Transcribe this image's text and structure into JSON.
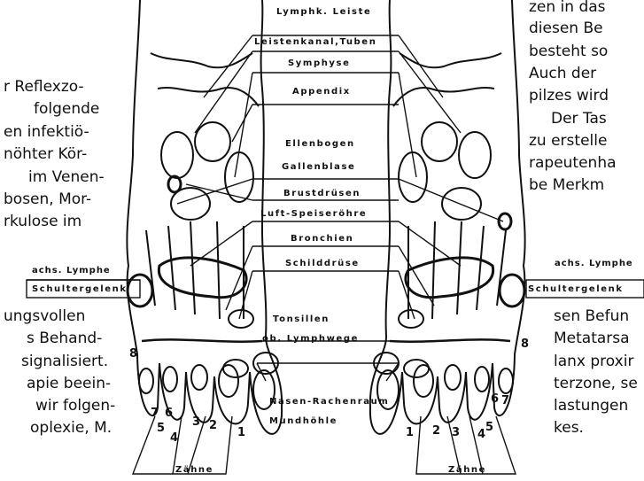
{
  "left_column": [
    "r Reflexzo-",
    "folgende",
    "en infektiö-",
    "nöhter Kör-",
    "im Venen-",
    "bosen, Mor-",
    "rkulose im",
    "ungsvollen",
    "s Behand-",
    "signalisiert.",
    "apie beein-",
    "wir folgen-",
    "oplexie, M."
  ],
  "right_column": [
    "zen in das",
    "diesen Be",
    "besteht so",
    "Auch der",
    "pilzes wird",
    "Der Tas",
    "zu erstelle",
    "rapeutenha",
    "be Merkm",
    "sen Befun",
    "Metatarsa",
    "lanx proxir",
    "terzone, se",
    "lastungen",
    "kes."
  ],
  "labels": {
    "lymph_leiste": "Lymphk. Leiste",
    "leistenkanal": "Leistenkanal,Tuben",
    "symphyse": "Symphyse",
    "appendix": "Appendix",
    "ellenbogen": "Ellenbogen",
    "gallenblase": "Gallenblase",
    "brustdruesen": "Brustdrüsen",
    "luftspeiseroehre": "Luft-Speiseröhre",
    "bronchien": "Bronchien",
    "schilddruese": "Schilddrüse",
    "tonsillen": "Tonsillen",
    "ob_lymphwege": "ob. Lymphwege",
    "nasen_rachenraum": "Nasen-Rachenraum",
    "mundhoehle": "Mundhöhle",
    "achs_lymphe_left": "achs.  Lymphe",
    "schultergelenk_left": "Schultergelenk",
    "achs_lymphe_right": "achs.  Lymphe",
    "schultergelenk_right": "Schultergelenk",
    "zaehne_left": "Zähne",
    "zaehne_right": "Zähne"
  },
  "tooth_numbers_left": [
    "8",
    "7",
    "6",
    "5",
    "4",
    "3",
    "2",
    "1"
  ],
  "tooth_numbers_right": [
    "1",
    "2",
    "3",
    "4",
    "5",
    "6",
    "7",
    "8"
  ]
}
